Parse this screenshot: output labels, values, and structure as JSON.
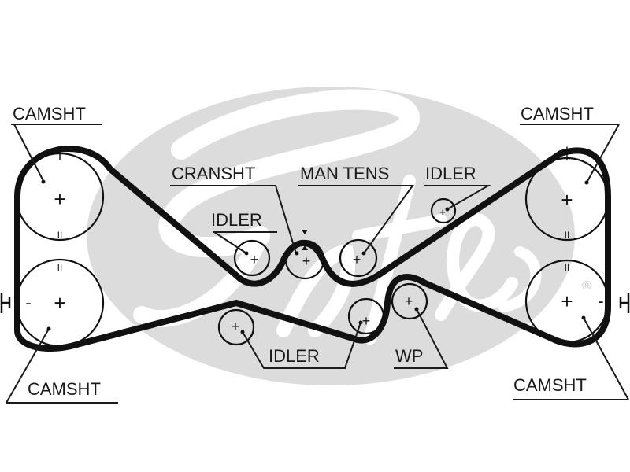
{
  "diagram": {
    "type": "timing-belt-routing",
    "watermark": {
      "brand": "Gates",
      "registered_mark": "®",
      "color": "#dcdcdc"
    },
    "labels": {
      "camsht_top_left": "CAMSHT",
      "camsht_top_right": "CAMSHT",
      "camsht_bottom_left": "CAMSHT",
      "camsht_bottom_right": "CAMSHT",
      "cransht": "CRANSHT",
      "man_tens": "MAN TENS",
      "idler_top_right": "IDLER",
      "idler_top_left": "IDLER",
      "idler_bottom": "IDLER",
      "wp": "WP"
    },
    "marks": {
      "center": "+",
      "timing_single": "|",
      "timing_double": "II",
      "minus": "-"
    },
    "components": [
      {
        "id": "camshaft-top-left",
        "kind": "camshaft",
        "label": "CAMSHT"
      },
      {
        "id": "camshaft-bottom-left",
        "kind": "camshaft",
        "label": "CAMSHT"
      },
      {
        "id": "camshaft-top-right",
        "kind": "camshaft",
        "label": "CAMSHT"
      },
      {
        "id": "camshaft-bottom-right",
        "kind": "camshaft",
        "label": "CAMSHT"
      },
      {
        "id": "crankshaft",
        "kind": "crankshaft",
        "label": "CRANSHT"
      },
      {
        "id": "manual-tensioner",
        "kind": "tensioner",
        "label": "MAN TENS"
      },
      {
        "id": "idler-upper-left",
        "kind": "idler",
        "label": "IDLER"
      },
      {
        "id": "idler-upper-right",
        "kind": "idler",
        "label": "IDLER"
      },
      {
        "id": "idler-lower-left",
        "kind": "idler",
        "label": "IDLER"
      },
      {
        "id": "idler-lower-right",
        "kind": "idler",
        "label": "IDLER"
      },
      {
        "id": "water-pump",
        "kind": "water-pump",
        "label": "WP"
      }
    ]
  }
}
